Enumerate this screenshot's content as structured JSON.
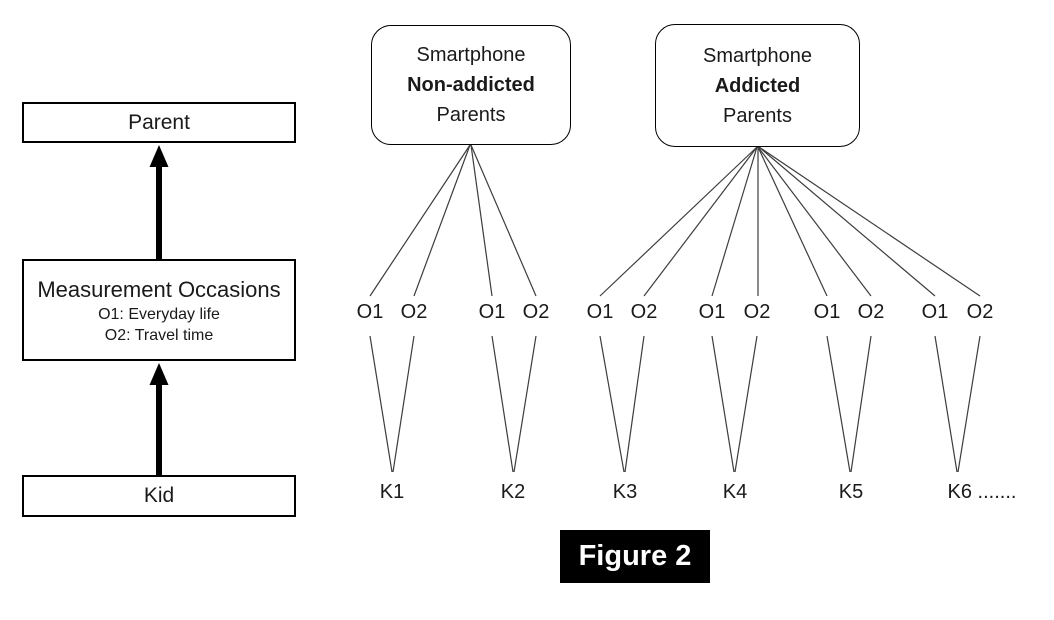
{
  "figure_label": "Figure 2",
  "colors": {
    "background": "#ffffff",
    "box_border": "#000000",
    "text": "#1a1a1a",
    "connector_line": "#3d3d3d",
    "figure_caption_bg": "#000000",
    "figure_caption_fg": "#ffffff"
  },
  "left_panel": {
    "parent_label": "Parent",
    "occasions_title": "Measurement Occasions",
    "occasion_definitions": [
      "O1: Everyday life",
      "O2: Travel time"
    ],
    "kid_label": "Kid"
  },
  "trees": [
    {
      "box": {
        "line1": "Smartphone",
        "line2": "Non-addicted",
        "line3": "Parents"
      },
      "occasions": [
        "O1",
        "O2",
        "O1",
        "O2"
      ],
      "kids": [
        "K1",
        "K2"
      ]
    },
    {
      "box": {
        "line1": "Smartphone",
        "line2": "Addicted",
        "line3": "Parents"
      },
      "occasions": [
        "O1",
        "O2",
        "O1",
        "O2",
        "O1",
        "O2",
        "O1",
        "O2"
      ],
      "kids": [
        "K3",
        "K4",
        "K5",
        "K6 ......."
      ]
    }
  ]
}
